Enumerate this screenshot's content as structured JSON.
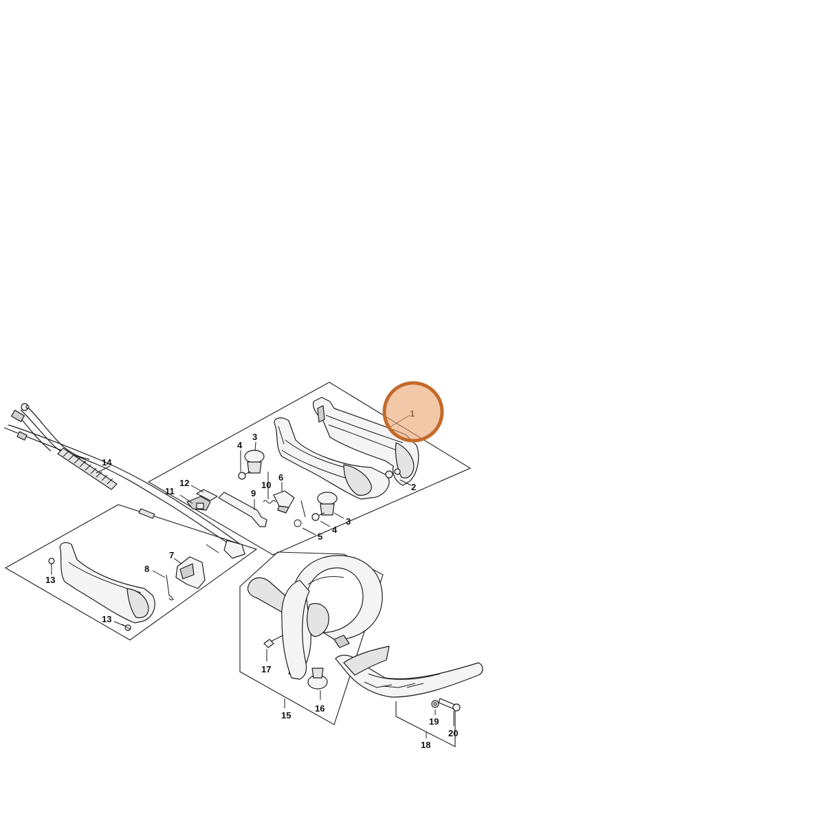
{
  "highlight": {
    "part_number": "1",
    "fill_color": "#e9a36f",
    "stroke_color": "#c46a2a"
  },
  "callouts": {
    "c1": "1",
    "c2": "2",
    "c3a": "3",
    "c3b": "3",
    "c4a": "4",
    "c4b": "4",
    "c5": "5",
    "c6": "6",
    "c7": "7",
    "c8": "8",
    "c9": "9",
    "c10": "10",
    "c11": "11",
    "c12": "12",
    "c13a": "13",
    "c13b": "13",
    "c14": "14",
    "c15": "15",
    "c16": "16",
    "c17": "17",
    "c18": "18",
    "c19": "19",
    "c20": "20"
  }
}
